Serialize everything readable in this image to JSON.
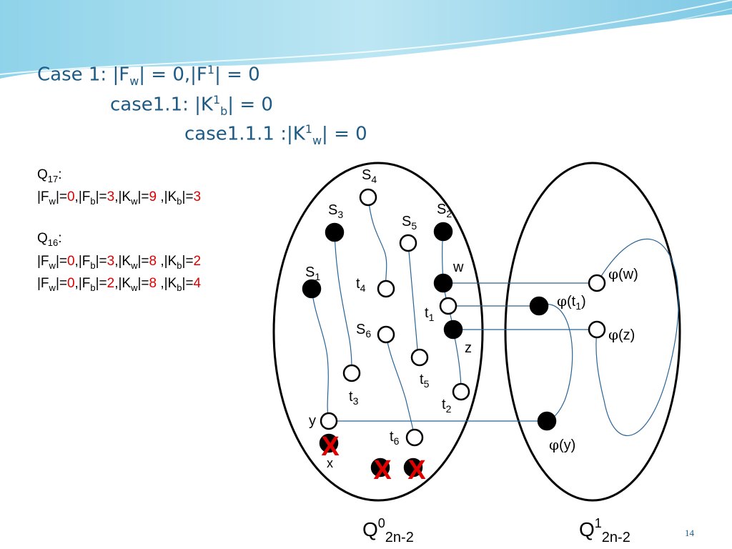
{
  "heading": {
    "line1": {
      "a": "Case 1: |F",
      "b": "w",
      "c": "| = 0,|F",
      "d": "1",
      "e": "| = 0"
    },
    "line2": {
      "a": "case1.1: |K",
      "b": "1",
      "c": "b",
      "d": "| = 0"
    },
    "line3": {
      "a": "case1.1.1 :|K",
      "b": "1",
      "c": "w",
      "d": "| = 0"
    }
  },
  "q17": {
    "label": "Q",
    "sub": "17",
    "colon": ":",
    "row": {
      "fw": "0",
      "fb": "3",
      "kw": "9",
      "kb": "3"
    }
  },
  "q16": {
    "label": "Q",
    "sub": "16",
    "colon": ":",
    "rows": [
      {
        "fw": "0",
        "fb": "3",
        "kw": "8",
        "kb": "2"
      },
      {
        "fw": "0",
        "fb": "2",
        "kw": "8",
        "kb": "4"
      }
    ]
  },
  "labels": {
    "s4": "S",
    "s4_sub": "4",
    "s3": "S",
    "s3_sub": "3",
    "s5": "S",
    "s5_sub": "5",
    "s2": "S",
    "s2_sub": "2",
    "s1": "S",
    "s1_sub": "1",
    "s6": "S",
    "s6_sub": "6",
    "t4": "t",
    "t4_sub": "4",
    "t1": "t",
    "t1_sub": "1",
    "t3": "t",
    "t3_sub": "3",
    "t5": "t",
    "t5_sub": "5",
    "t2": "t",
    "t2_sub": "2",
    "t6": "t",
    "t6_sub": "6",
    "w": "w",
    "z": "z",
    "y": "y",
    "x": "x",
    "phi_w": "(w)",
    "phi_t1": "(t",
    "phi_t1_sub": "1",
    "phi_t1_close": ")",
    "phi_z": "(z)",
    "phi_y": "(y)",
    "phi": "φ",
    "q0": "Q",
    "q0_sup": "0",
    "q0_sub": "2n-2",
    "q1": "Q",
    "q1_sup": "1",
    "q1_sub": "2n-2",
    "cross": "X"
  },
  "stat_text": {
    "fw": "|F",
    "fw_sub": "w",
    "eq": "|=",
    "fb": "|F",
    "fb_sub": "b",
    "kw": "|K",
    "kw_sub": "w",
    "kb": "|K",
    "kb_sub": "b",
    "comma": ",",
    "sp_comma": " ,"
  },
  "colors": {
    "title": "#1d5a84",
    "edge": "#2a6496",
    "highlight": "#e00000"
  },
  "slide_number": "14"
}
